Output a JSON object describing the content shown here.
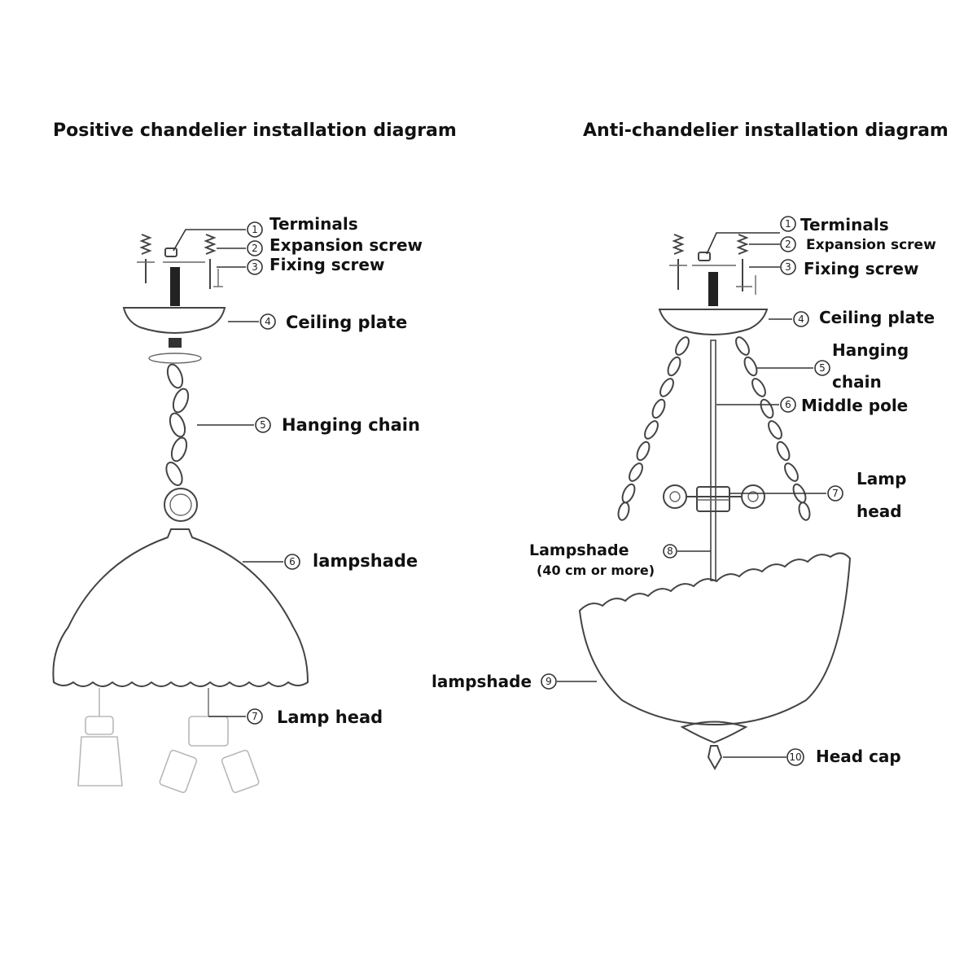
{
  "titles": {
    "left": "Positive chandelier installation diagram",
    "right": "Anti-chandelier installation diagram"
  },
  "left_labels": [
    {
      "num": "1",
      "text": "Terminals"
    },
    {
      "num": "2",
      "text": "Expansion screw"
    },
    {
      "num": "3",
      "text": "Fixing screw"
    },
    {
      "num": "4",
      "text": "Ceiling plate"
    },
    {
      "num": "5",
      "text": "Hanging chain"
    },
    {
      "num": "6",
      "text": "lampshade"
    },
    {
      "num": "7",
      "text": "Lamp head"
    }
  ],
  "right_labels": [
    {
      "num": "1",
      "text": "Terminals"
    },
    {
      "num": "2",
      "text": "Expansion screw"
    },
    {
      "num": "3",
      "text": "Fixing screw"
    },
    {
      "num": "4",
      "text": "Ceiling plate"
    },
    {
      "num": "5",
      "text": "Hanging",
      "text2": "chain"
    },
    {
      "num": "6",
      "text": "Middle pole"
    },
    {
      "num": "7",
      "text": "Lamp",
      "text2": "head"
    },
    {
      "num": "8",
      "text": "Lampshade",
      "text2": "(40 cm or more)"
    },
    {
      "num": "9",
      "text": "lampshade"
    },
    {
      "num": "10",
      "text": "Head cap"
    }
  ]
}
